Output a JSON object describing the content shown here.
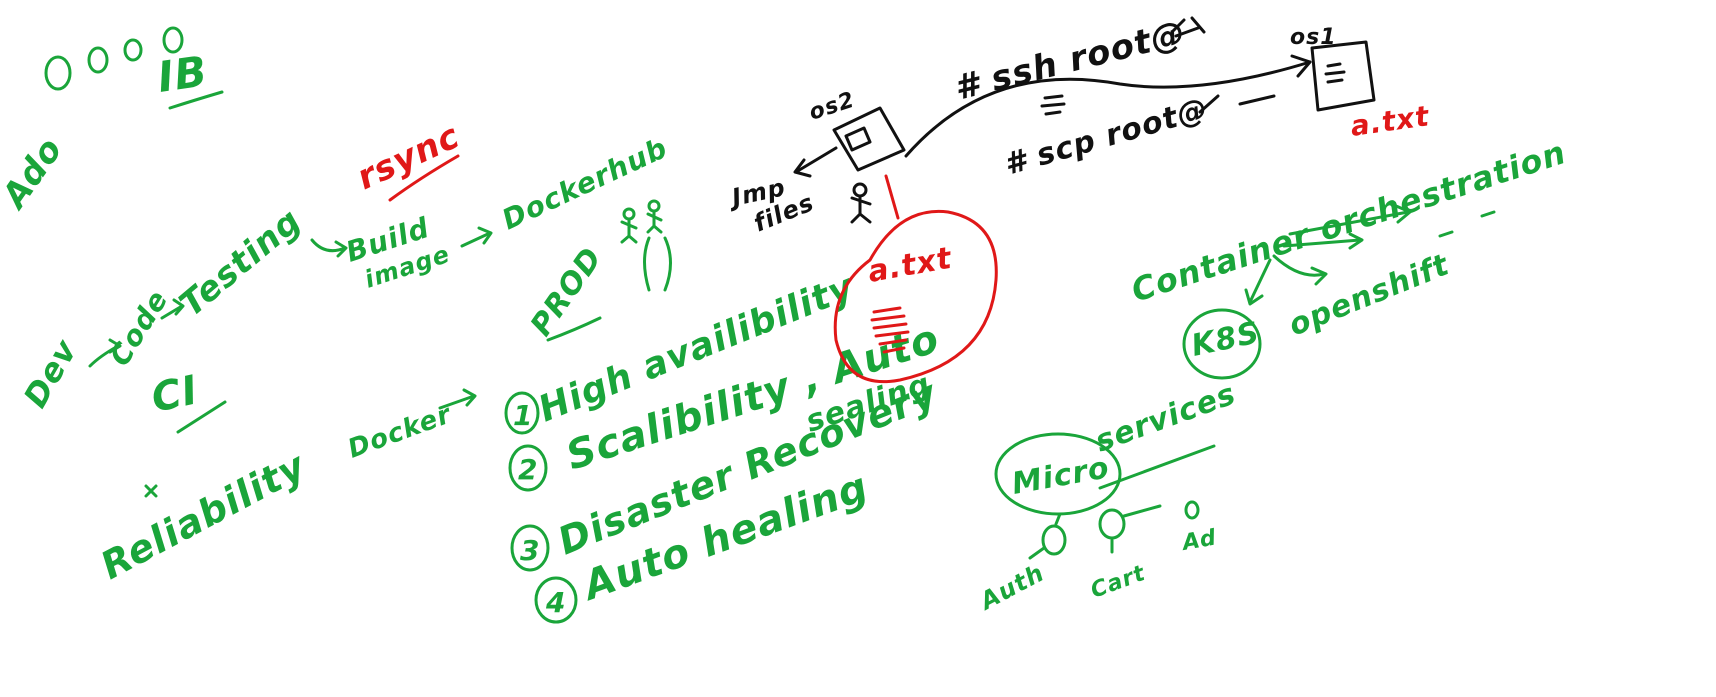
{
  "board": {
    "id_label": "IB",
    "corner_note": "Ado",
    "pipeline": {
      "dev": "Dev",
      "code": "Code",
      "testing": "Testing",
      "build": "Build",
      "image": "image",
      "dockerhub": "Dockerhub",
      "rsync": "rsync",
      "ci": "CI",
      "reliability": "Reliability"
    },
    "prod": {
      "label": "PROD",
      "docker": "Docker"
    },
    "features": [
      {
        "num": "1",
        "text": "High availibility"
      },
      {
        "num": "2",
        "text": "Scalibility , Auto"
      },
      {
        "num": "",
        "text": "sealing"
      },
      {
        "num": "3",
        "text": "Disaster Recovery"
      },
      {
        "num": "4",
        "text": "Auto healing"
      }
    ],
    "ssh_diagram": {
      "os2": "os2",
      "os1": "os1",
      "ssh_cmd": "# ssh root@",
      "scp_cmd": "# scp root@",
      "jmp_files": [
        "Jmp",
        "files"
      ],
      "axt_left": "a.txt",
      "axt_right": "a.txt"
    },
    "orchestration": {
      "title": "Container orchestration",
      "k8s": "K8S",
      "openshift": "openshift",
      "microservices": [
        "Micro",
        "services"
      ],
      "services": [
        "Auth",
        "Cart",
        "Ad"
      ]
    }
  }
}
